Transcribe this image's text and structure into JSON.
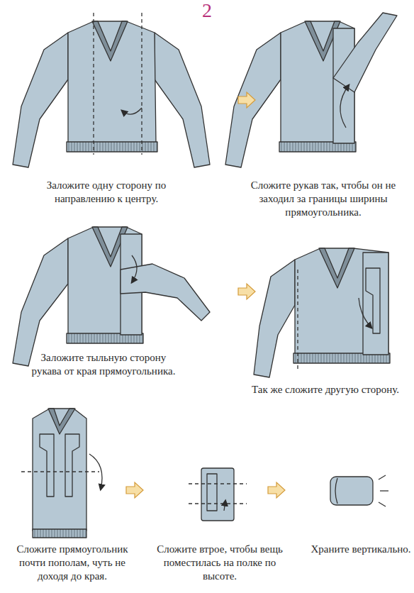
{
  "diagram": {
    "title": "2",
    "labels": [
      "Заложите одну сторону по направлению к центру.",
      "Сложите рукав так, чтобы он не заходил за границы ширины прямоугольника.",
      "Заложите тыльную сторону рукава от края прямоугольника.",
      "Так же сложите другую сторону.",
      "Сложите прямоугольник почти пополам, чуть не доходя до края.",
      "Сложите втрое, чтобы вещь поместилась на полке по высоте.",
      "Храните вертикально."
    ]
  }
}
